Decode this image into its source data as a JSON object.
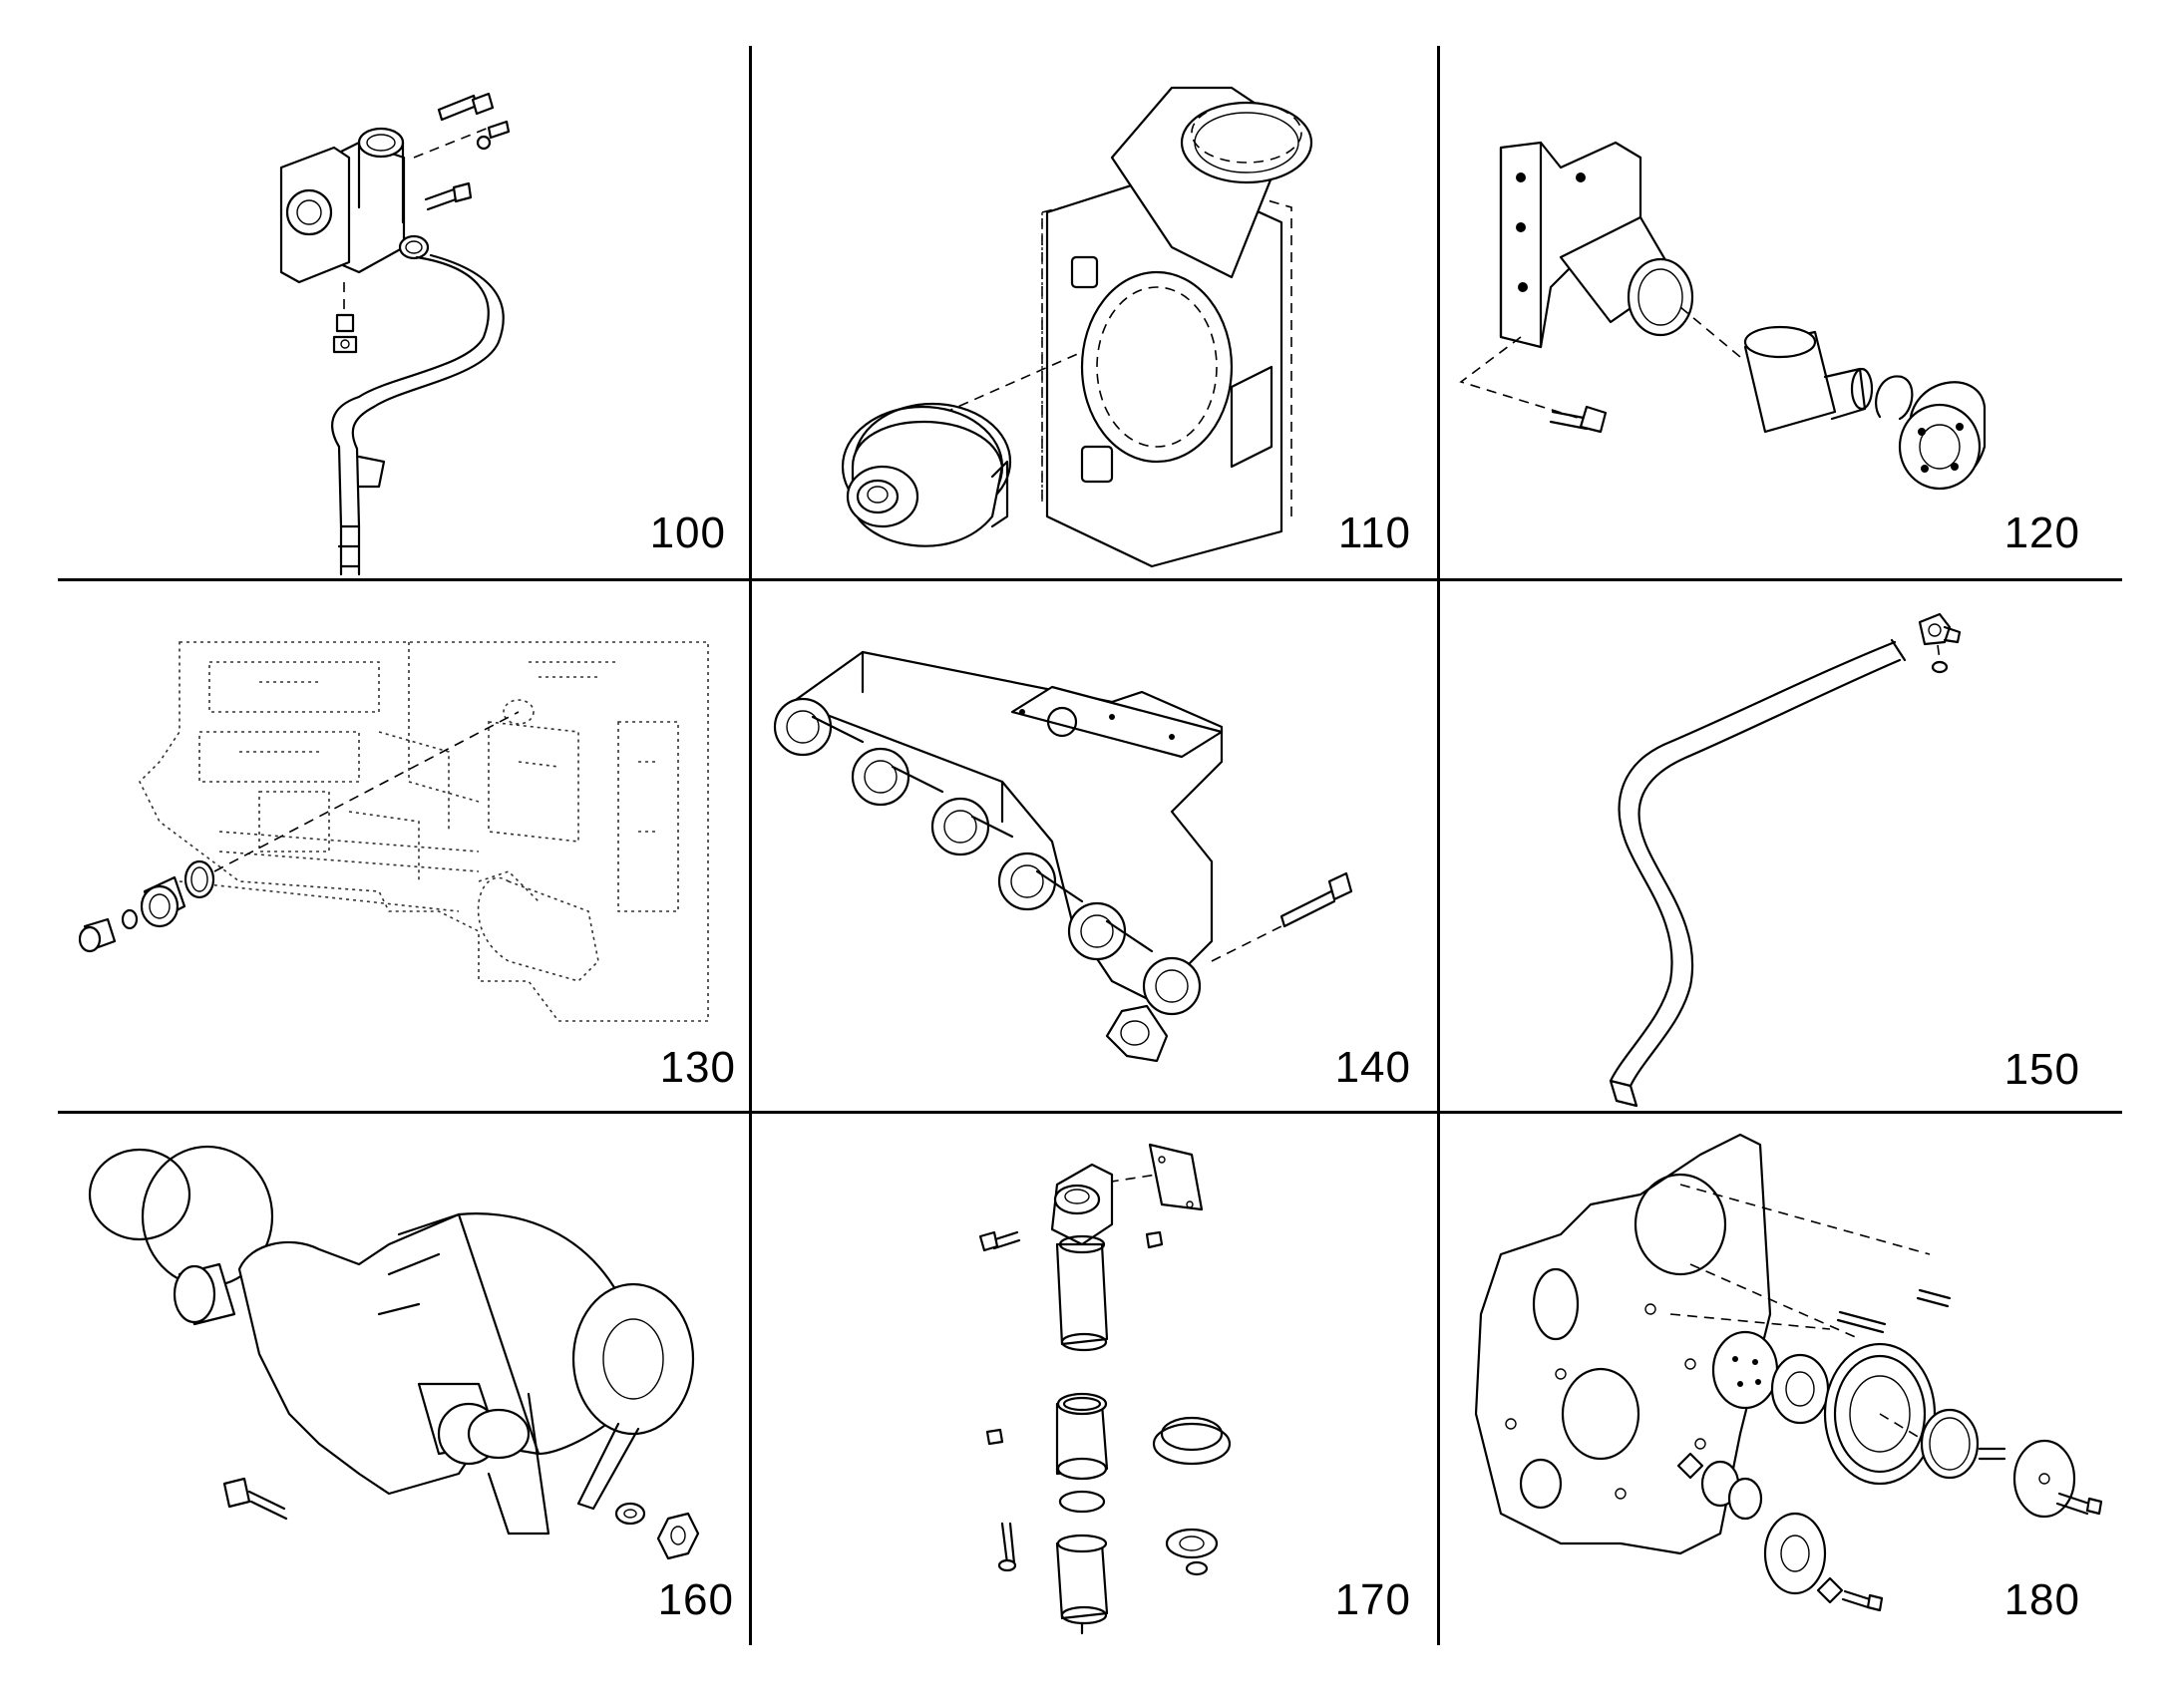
{
  "panels": [
    {
      "id": "p100",
      "number": "100"
    },
    {
      "id": "p110",
      "number": "110"
    },
    {
      "id": "p120",
      "number": "120"
    },
    {
      "id": "p130",
      "number": "130"
    },
    {
      "id": "p140",
      "number": "140"
    },
    {
      "id": "p150",
      "number": "150"
    },
    {
      "id": "p160",
      "number": "160"
    },
    {
      "id": "p170",
      "number": "170"
    },
    {
      "id": "p180",
      "number": "180"
    }
  ],
  "colors": {
    "line": "#000000",
    "background": "#ffffff"
  }
}
